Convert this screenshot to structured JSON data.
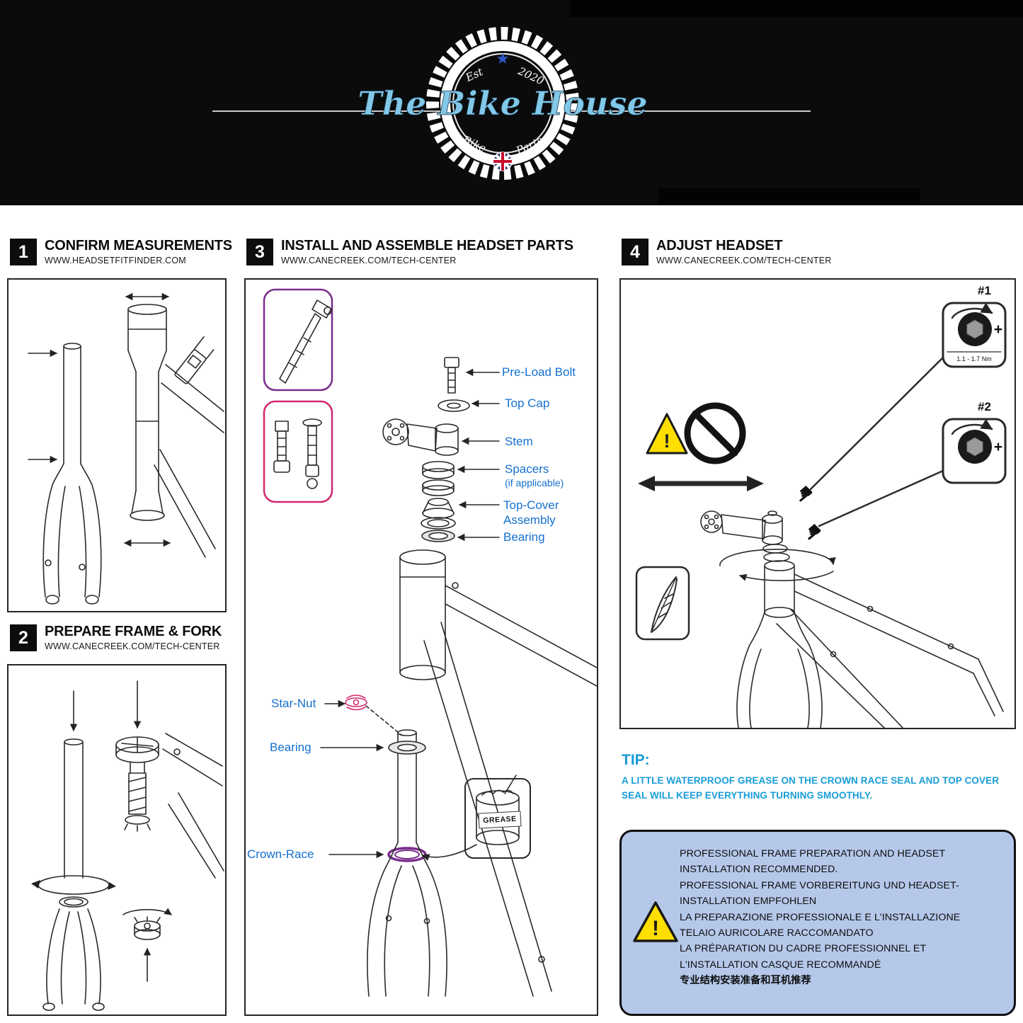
{
  "banner": {
    "brand": "The Bike House",
    "est": "Est",
    "year": "2020",
    "bike": "Bike",
    "parts": "Parts"
  },
  "icons": {
    "star": "★",
    "hand": "☛"
  },
  "sections": {
    "s1": {
      "num": "1",
      "title": "CONFIRM MEASUREMENTS",
      "url": "WWW.HEADSETFITFINDER.COM"
    },
    "s2": {
      "num": "2",
      "title": "PREPARE FRAME & FORK",
      "url": "WWW.CANECREEK.COM/TECH-CENTER"
    },
    "s3": {
      "num": "3",
      "title": "INSTALL AND ASSEMBLE HEADSET PARTS",
      "url": "WWW.CANECREEK.COM/TECH-CENTER"
    },
    "s4": {
      "num": "4",
      "title": "ADJUST HEADSET",
      "url": "WWW.CANECREEK.COM/TECH-CENTER"
    }
  },
  "exploded": {
    "preload_bolt": "Pre-Load Bolt",
    "top_cap": "Top Cap",
    "stem": "Stem",
    "spacers": "Spacers",
    "spacers_note": "(if applicable)",
    "top_cover": "Top-Cover",
    "assembly": "Assembly",
    "bearing": "Bearing",
    "star_nut": "Star-Nut",
    "bearing2": "Bearing",
    "crown_race": "Crown-Race",
    "grease": "GREASE"
  },
  "adjust": {
    "tool1": "#1",
    "tool2": "#2",
    "plus": "+",
    "torque": "1.1 - 1.7 Nm",
    "warning_mark": "!"
  },
  "tip": {
    "title": "TIP:",
    "body": "A LITTLE WATERPROOF GREASE ON THE CROWN RACE SEAL AND TOP COVER SEAL WILL KEEP EVERYTHING TURNING SMOOTHLY."
  },
  "notice": {
    "warning_mark": "!",
    "lines": [
      "PROFESSIONAL FRAME PREPARATION AND HEADSET",
      "INSTALLATION RECOMMENDED.",
      "PROFESSIONAL FRAME VORBEREITUNG UND HEADSET-",
      "INSTALLATION EMPFOHLEN",
      "LA PREPARAZIONE PROFESSIONALE E L'INSTALLAZIONE",
      "TELAIO AURICOLARE RACCOMANDATO",
      "LA PRÉPARATION DU CADRE PROFESSIONNEL ET",
      "L'INSTALLATION CASQUE RECOMMANDÉ",
      "专业结构安装准备和耳机推荐"
    ]
  },
  "colors": {
    "label_blue": "#1470cf",
    "tip_blue": "#189dd8",
    "notice_bg": "#b5c8ea",
    "accent_pink": "#d2286e",
    "accent_purple": "#7a2d8c",
    "warning_yellow": "#ffdf00"
  }
}
